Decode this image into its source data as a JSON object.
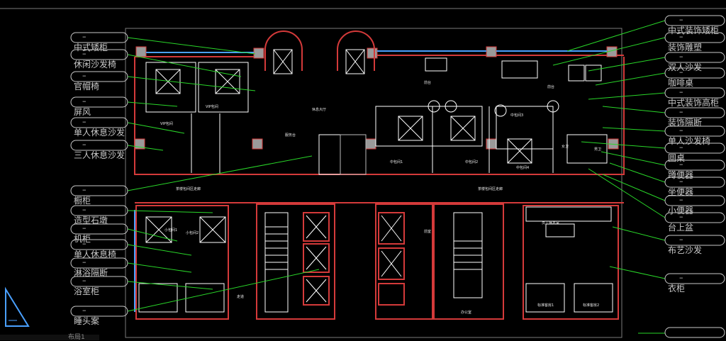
{
  "left_labels": [
    "中式矮柜",
    "休闲沙发椅",
    "官帽椅",
    "屏风",
    "单人休息沙发",
    "三人休息沙发",
    "橱柜",
    "造型石墩",
    "机柜",
    "单人休息椅",
    "淋浴隔断",
    "浴室柜",
    "睡头案"
  ],
  "right_labels": [
    "中式装饰矮柜",
    "装饰雕塑",
    "双人沙发",
    "咖啡桌",
    "中式装饰高柜",
    "装饰隔断",
    "单人沙发椅",
    "圆桌",
    "蹲便器",
    "坐便器",
    "小便器",
    "台上盆",
    "布艺沙发",
    "衣柜"
  ],
  "dash_glyph": "–",
  "plan_texts": {
    "vip_room": "VIP包间",
    "lounge": "休息大厅",
    "service_desk": "服务台",
    "reception": "前台",
    "dining_room_1": "中包间1",
    "dining_room_2": "中包间2",
    "dining_room_3": "中包间3",
    "dining_room_4": "中包间4",
    "women_wc": "女卫",
    "men_wc": "男卫",
    "corridor_left": "茶楼包间区走廊",
    "corridor_right": "茶楼包间区走廊",
    "small_room_1": "小包间1",
    "small_room_2": "小包间2",
    "staff_lounge": "员工休息室",
    "guest_room_1": "标准客房1",
    "guest_room_2": "标准客房2",
    "hall": "前室",
    "corridor": "走道",
    "office": "办公室"
  },
  "bottom_tab": "布局1",
  "colors": {
    "wall": "#d43a3a",
    "furniture": "#ffffff",
    "text": "#e8e8e8",
    "leader": "#29d629",
    "label": "#c8c8c8",
    "frame": "#9a9a9a",
    "window": "#4aa0ff"
  }
}
